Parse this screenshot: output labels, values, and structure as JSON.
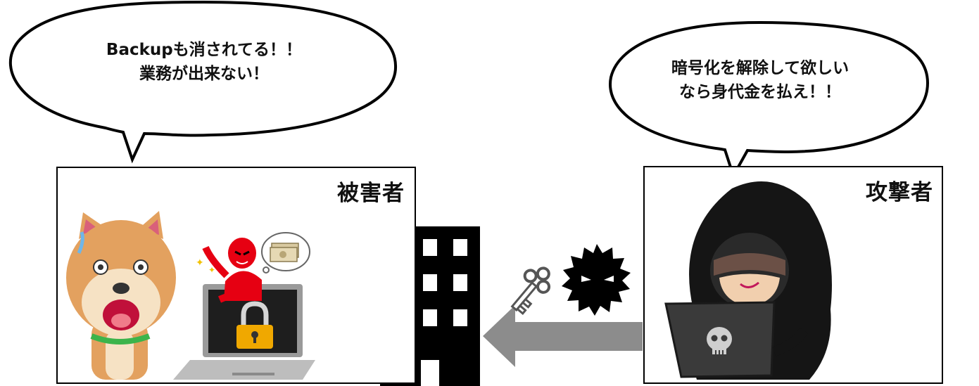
{
  "victim": {
    "label": "被害者",
    "speech_lines": [
      "Backupも消されてる！！",
      "業務が出来ない！"
    ]
  },
  "attacker": {
    "label": "攻撃者",
    "speech_lines": [
      "暗号化を解除して欲しい",
      "なら身代金を払え！！"
    ]
  },
  "icons": [
    "shiba-dog-icon",
    "laptop-icon",
    "padlock-icon",
    "red-hacker-icon",
    "money-bubble-icon",
    "building-icon",
    "arrow-left-icon",
    "key-icon",
    "virus-icon",
    "hooded-hacker-icon",
    "skull-icon"
  ],
  "colors": {
    "arrow": "#8c8c8c",
    "hacker_red": "#e60012",
    "lock_gold": "#f0a800",
    "dog_orange": "#e3a15f"
  }
}
